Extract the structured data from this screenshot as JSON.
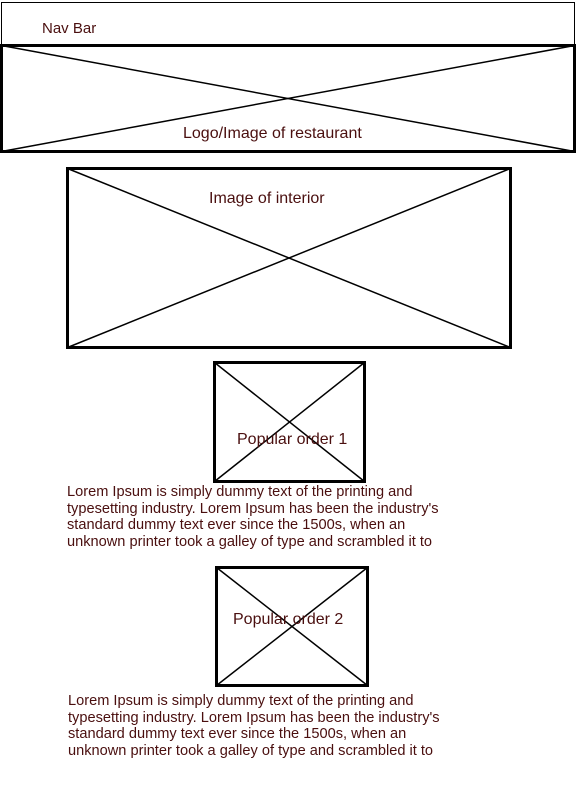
{
  "colors": {
    "text": "#4a0f0f",
    "stroke": "#000000",
    "background": "#ffffff"
  },
  "nav": {
    "label": "Nav Bar"
  },
  "hero": {
    "label": "Logo/Image of restaurant"
  },
  "interior": {
    "label": "Image of interior"
  },
  "popular_orders": [
    {
      "label": "Popular order 1",
      "description_lines": [
        "Lorem Ipsum is simply dummy text of the printing and",
        "typesetting industry. Lorem Ipsum has been the industry's",
        "standard dummy text ever since the 1500s, when an",
        "unknown printer took a galley of type and scrambled it to"
      ]
    },
    {
      "label": "Popular order 2",
      "description_lines": [
        "Lorem Ipsum is simply dummy text of the printing and",
        "typesetting industry. Lorem Ipsum has been the industry's",
        "standard dummy text ever since the 1500s, when an",
        "unknown printer took a galley of type and scrambled it to"
      ]
    }
  ]
}
